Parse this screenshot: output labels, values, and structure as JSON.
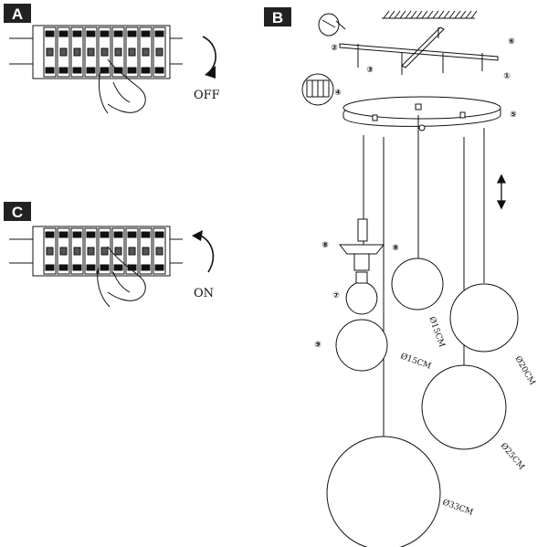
{
  "panels": {
    "a": {
      "label": "A",
      "state_text": "OFF"
    },
    "b": {
      "label": "B"
    },
    "c": {
      "label": "C",
      "state_text": "ON"
    }
  },
  "steps": [
    "①",
    "②",
    "③",
    "④",
    "⑤",
    "⑥",
    "⑦",
    "⑧",
    "⑧",
    "⑨"
  ],
  "globes": [
    {
      "size": "Ø15CM"
    },
    {
      "size": "Ø15CM"
    },
    {
      "size": "Ø20CM"
    },
    {
      "size": "Ø25CM"
    },
    {
      "size": "Ø33CM"
    }
  ]
}
